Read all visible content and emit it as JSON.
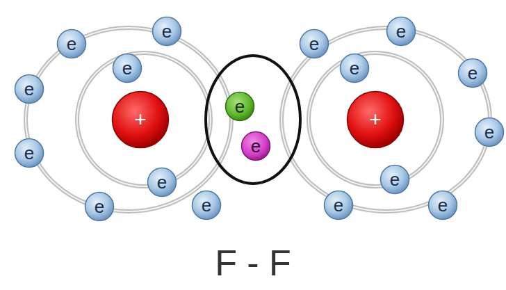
{
  "diagram": {
    "caption": "F - F",
    "nodes": [
      {
        "text": [
          "e"
        ]
      },
      {
        "text": [
          "e"
        ]
      },
      {
        "text": [
          "e"
        ]
      },
      {
        "text": [
          "e"
        ]
      },
      {
        "text": [
          "e"
        ]
      },
      {
        "text": [
          "e"
        ]
      },
      {
        "text": [
          "e"
        ]
      },
      {
        "text": [
          "e"
        ]
      },
      {
        "text": [
          "e"
        ]
      },
      {
        "text": [
          "+"
        ]
      },
      {
        "text": [
          "+"
        ]
      },
      {
        "text": [
          "e"
        ]
      },
      {
        "text": [
          "e"
        ]
      },
      {
        "text": [
          "e"
        ]
      },
      {
        "text": [
          "e"
        ]
      },
      {
        "text": [
          "e"
        ]
      },
      {
        "text": [
          "e"
        ]
      },
      {
        "text": [
          "e"
        ]
      },
      {
        "text": [
          "e"
        ]
      },
      {
        "text": [
          "e"
        ]
      }
    ]
  }
}
